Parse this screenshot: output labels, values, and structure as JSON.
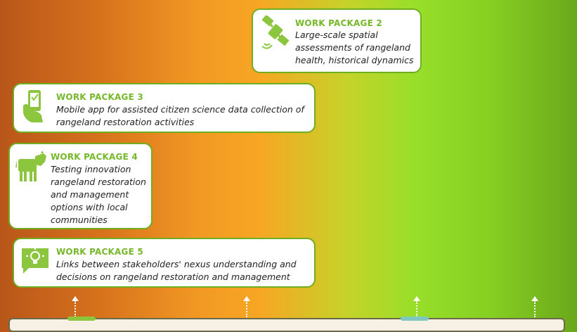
{
  "work_packages": [
    {
      "title": "WORK PACKAGE 2",
      "desc": "Large-scale spatial assessments of rangeland health, historical dynamics",
      "icon": "satellite-icon"
    },
    {
      "title": "WORK PACKAGE 3",
      "desc": "Mobile app for assisted citizen science data collection of rangeland restoration activities",
      "icon": "mobile-phone-icon"
    },
    {
      "title": "WORK PACKAGE 4",
      "desc": "Testing innovation rangeland restoration and management options with local communities",
      "icon": "cow-icon"
    },
    {
      "title": "WORK PACKAGE 5",
      "desc": "Links between stakeholders' nexus understanding and decisions on rangeland restoration and management",
      "icon": "lightbulb-icon"
    }
  ],
  "colors": {
    "accent_green": "#76b82a",
    "icon_green": "#8cc63f",
    "text": "#222222"
  }
}
